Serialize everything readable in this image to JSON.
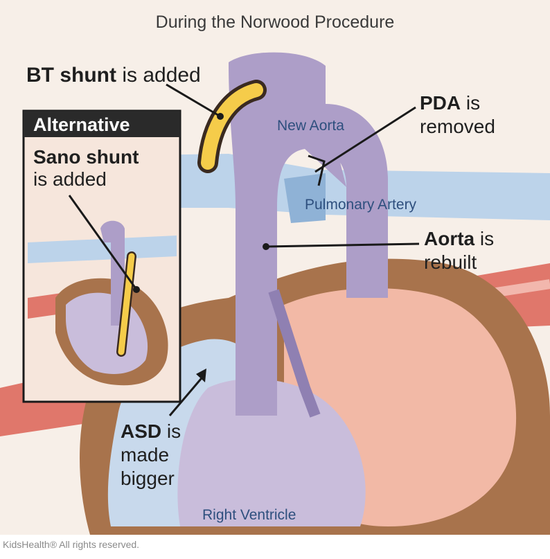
{
  "title": "During the Norwood Procedure",
  "callouts": {
    "bt_shunt": {
      "bold": "BT shunt",
      "rest": " is added"
    },
    "pda": {
      "bold": "PDA",
      "line1_rest": " is",
      "line2": "removed"
    },
    "aorta": {
      "bold": "Aorta",
      "line1_rest": " is",
      "line2": "rebuilt"
    },
    "asd": {
      "bold": "ASD",
      "line1_rest": " is",
      "line2": "made",
      "line3": "bigger"
    }
  },
  "labels": {
    "new_aorta": "New Aorta",
    "pulmonary_artery": "Pulmonary Artery",
    "right_ventricle": "Right Ventricle"
  },
  "inset": {
    "header": "Alternative",
    "bold": "Sano shunt",
    "rest": "is added"
  },
  "credit": "KidsHealth® All rights reserved.",
  "colors": {
    "background": "#f7efe8",
    "heart_muscle": "#a8734c",
    "heart_inner": "#f2b9a6",
    "aorta": "#ad9ec8",
    "pulmonary": "#bcd3ea",
    "chamber_blue": "#c8d9ec",
    "vessel_red": "#e0776b",
    "shunt": "#f5cc4a",
    "inset_header": "#2a2a2a"
  }
}
